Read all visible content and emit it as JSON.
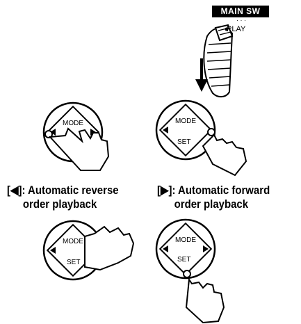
{
  "switch": {
    "badge": "MAIN SW",
    "position_label": "PLAY",
    "marks": "· · ·"
  },
  "dial_labels": {
    "mode": "MODE",
    "set": "SET"
  },
  "captions": {
    "reverse_line1": "[◀]: Automatic reverse",
    "reverse_line2": "order playback",
    "forward_line1": "[▶]: Automatic forward",
    "forward_line2": "order playback"
  },
  "colors": {
    "ink": "#000000",
    "paper": "#ffffff"
  }
}
